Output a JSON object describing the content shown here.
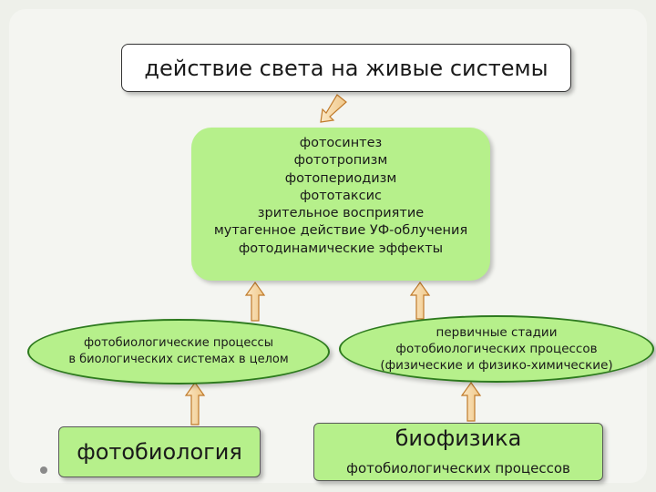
{
  "title": "действие света на живые системы",
  "effects": [
    "фотосинтез",
    "фототропизм",
    "фотопериодизм",
    "фототаксис",
    "зрительное восприятие",
    "мутагенное действие УФ-облучения",
    "фотодинамические эффекты"
  ],
  "left_oval": {
    "line1": "фотобиологические процессы",
    "line2": "в биологических системах в целом"
  },
  "right_oval": {
    "line1": "первичные стадии",
    "line2": "фотобиологических процессов",
    "line3": "(физические и физико-химические)"
  },
  "photobiology_label": "фотобиология",
  "biophysics": {
    "title": "биофизика",
    "subtitle": "фотобиологических процессов"
  },
  "colors": {
    "box_fill": "#b6f08b",
    "arrow_fill": "#f6d6a0",
    "arrow_stroke": "#c07a2a",
    "oval_border": "#2d7a1e"
  }
}
